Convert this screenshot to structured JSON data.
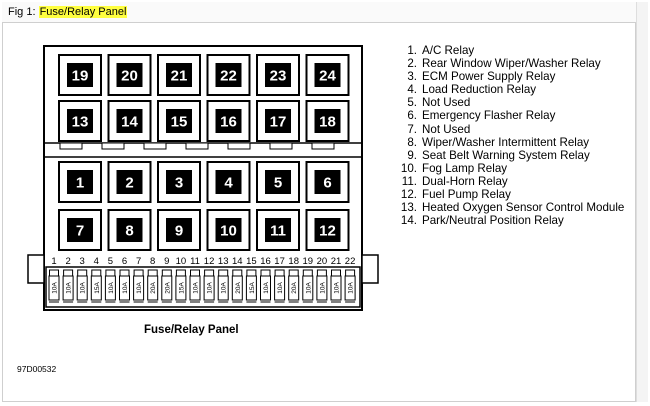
{
  "figure_bar": {
    "prefix": "Fig 1:",
    "title": "Fuse/Relay Panel"
  },
  "panel": {
    "caption": "Fuse/Relay Panel",
    "code": "97D00532",
    "relay_rows": [
      [
        "19",
        "20",
        "21",
        "22",
        "23",
        "24"
      ],
      [
        "13",
        "14",
        "15",
        "16",
        "17",
        "18"
      ],
      [
        "1",
        "2",
        "3",
        "4",
        "5",
        "6"
      ],
      [
        "7",
        "8",
        "9",
        "10",
        "11",
        "12"
      ]
    ],
    "fuse_numbers": [
      "1",
      "2",
      "3",
      "4",
      "5",
      "6",
      "7",
      "8",
      "9",
      "10",
      "11",
      "12",
      "13",
      "14",
      "15",
      "16",
      "17",
      "18",
      "19",
      "20",
      "21",
      "22"
    ],
    "fuse_ratings": [
      "10A",
      "10A",
      "10A",
      "15A",
      "10A",
      "10A",
      "10A",
      "20A",
      "20A",
      "15A",
      "10A",
      "10A",
      "10A",
      "20A",
      "15A",
      "10A",
      "10A",
      "20A",
      "10A",
      "10A",
      "10A",
      "10A"
    ]
  },
  "legend": [
    {
      "num": "1.",
      "text": "A/C Relay"
    },
    {
      "num": "2.",
      "text": "Rear Window Wiper/Washer Relay"
    },
    {
      "num": "3.",
      "text": "ECM Power Supply Relay"
    },
    {
      "num": "4.",
      "text": "Load Reduction Relay"
    },
    {
      "num": "5.",
      "text": "Not Used"
    },
    {
      "num": "6.",
      "text": "Emergency Flasher Relay"
    },
    {
      "num": "7.",
      "text": "Not Used"
    },
    {
      "num": "8.",
      "text": "Wiper/Washer Intermittent Relay"
    },
    {
      "num": "9.",
      "text": "Seat Belt Warning System Relay"
    },
    {
      "num": "10.",
      "text": "Fog Lamp Relay"
    },
    {
      "num": "11.",
      "text": "Dual-Horn Relay"
    },
    {
      "num": "12.",
      "text": "Fuel Pump Relay"
    },
    {
      "num": "13.",
      "text": "Heated Oxygen Sensor Control Module"
    },
    {
      "num": "14.",
      "text": "Park/Neutral Position Relay"
    }
  ]
}
